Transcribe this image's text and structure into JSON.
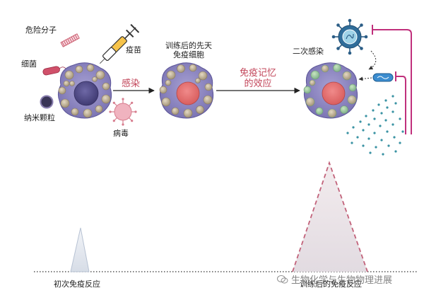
{
  "labels": {
    "danger_molecule": "危险分子",
    "vaccine": "疫苗",
    "bacteria": "细菌",
    "nanoparticle": "纳米颗粒",
    "virus": "病毒",
    "infection": "感染",
    "trained_cell": "训练后的先天\n免疫细胞",
    "memory_effect": "免疫记忆\n的效应",
    "secondary_infection": "二次感染",
    "primary_response": "初次免疫反应",
    "trained_response": "训练后的免疫反应"
  },
  "watermark": "生物化学与生物物理进展",
  "colors": {
    "cell_membrane": "#8f88c2",
    "cell_nucleus_initial": "#5c5691",
    "cell_nucleus_trained": "#e57373",
    "granule": "#c4b59a",
    "granule_green": "#9ec7a0",
    "virus": "#e89aa7",
    "secondary_virus": "#2b5d86",
    "bacteria_red": "#d0506a",
    "bacteria_blue": "#3b8dd0",
    "inhibition_magenta": "#c0307c",
    "dots_teal": "#3a93a3",
    "accent_red_text": "#c2465a"
  }
}
